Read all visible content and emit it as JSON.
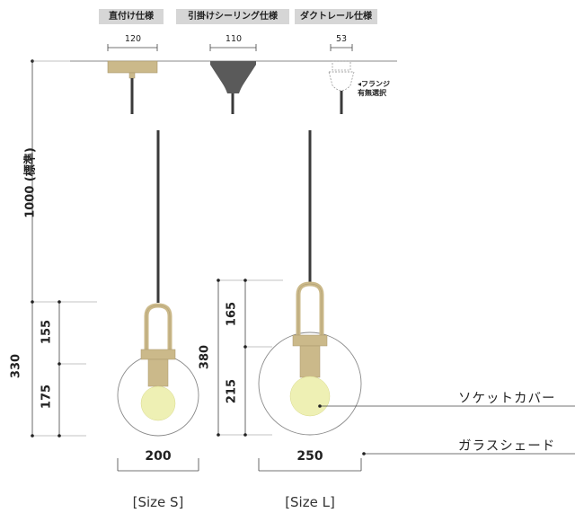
{
  "mount_types": {
    "direct": "直付け仕様",
    "ceiling_hook": "引掛けシーリング仕様",
    "duct_rail": "ダクトレール仕様"
  },
  "mount_widths": {
    "direct": "120",
    "ceiling_hook": "110",
    "duct_rail": "53"
  },
  "flange_note": {
    "line1": "◂フランジ",
    "line2": "有無選択"
  },
  "dimensions": {
    "cord_length": "1000 (標準)",
    "size_s_total": "330",
    "size_s_upper": "155",
    "size_s_lower": "175",
    "size_l_total": "380",
    "size_l_upper": "165",
    "size_l_lower": "215",
    "size_s_width": "200",
    "size_l_width": "250"
  },
  "callouts": {
    "socket_cover": "ソケットカバー",
    "glass_shade": "ガラスシェード"
  },
  "sizes": {
    "small": "[Size S]",
    "large": "[Size L]"
  },
  "colors": {
    "brass": "#cbb98a",
    "brass_dark": "#a8966a",
    "cord": "#3a3a3a",
    "grey_canopy": "#5a5a5a",
    "bulb": "#eef0b4",
    "glass": "#888888"
  }
}
